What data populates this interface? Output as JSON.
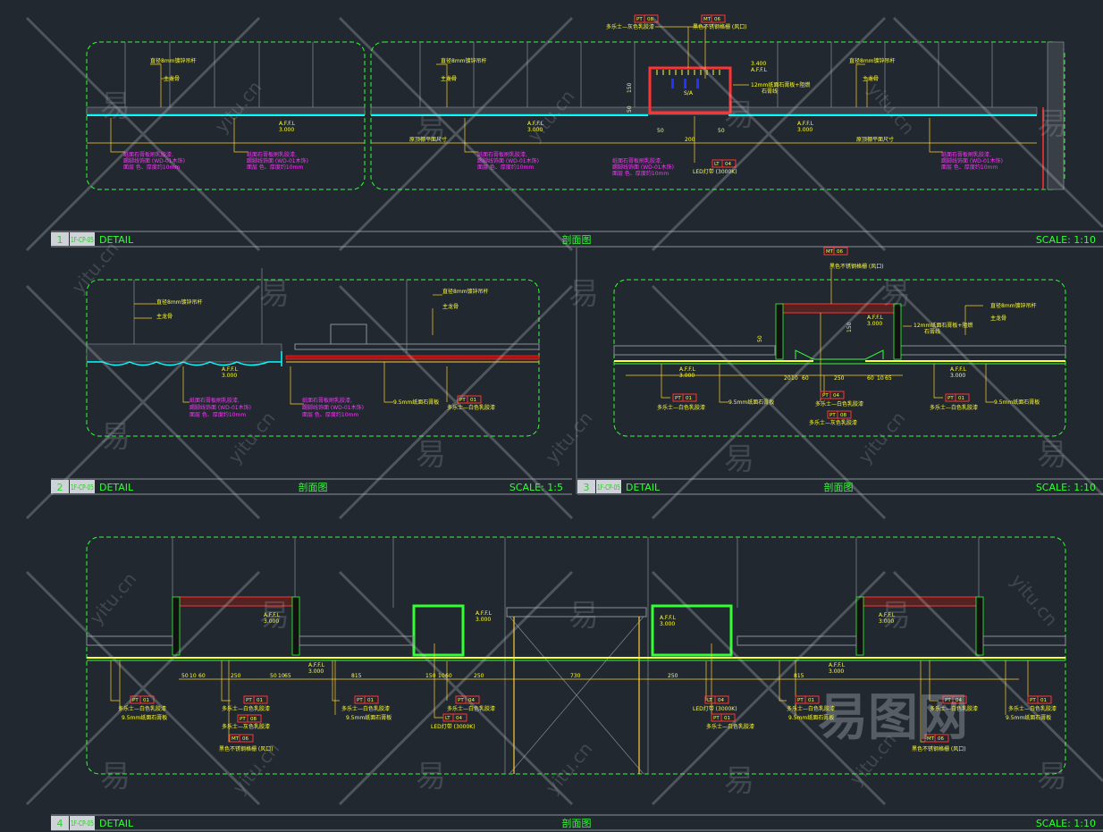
{
  "panels": [
    {
      "number": "1",
      "code": "1F-CP-05",
      "type": "DETAIL",
      "title": "剖面图",
      "scale": "SCALE: 1:10"
    },
    {
      "number": "2",
      "code": "1F-CP-05",
      "type": "DETAIL",
      "title": "剖面图",
      "scale": "SCALE: 1:5"
    },
    {
      "number": "3",
      "code": "1F-CP-05",
      "type": "DETAIL",
      "title": "剖面图",
      "scale": "SCALE: 1:10"
    },
    {
      "number": "4",
      "code": "1F-CP-05",
      "type": "DETAIL",
      "title": "剖面图",
      "scale": "SCALE: 1:10"
    }
  ],
  "labels": {
    "hanger": "直径8mm镀锌吊杆",
    "main_keel": "主龙骨",
    "level": "A.F.F.L",
    "level_value": "3.000",
    "level_high": "3.400",
    "gypsum": "9.5mm纸面石膏板",
    "gypsum12": "12mm纸面石膏板+阻燃",
    "gypsum12b": "石膏线",
    "paint_white": "多乐士—白色乳胶漆",
    "paint_gray": "多乐士—灰色乳胶漆",
    "stainless": "黑色不锈钢格栅 (风口)",
    "led": "LED灯带 (3000K)",
    "sa": "S/A",
    "magenta1": "纸面石膏板刷乳胶漆,",
    "magenta2": "踢脚线饰面 (WD-01木饰)",
    "magenta3": "面层 色、厚度约10mm",
    "ceiling_level": "原顶棚平面尺寸"
  },
  "tags": {
    "pt01": [
      "PT",
      "01"
    ],
    "pt08": [
      "PT",
      "08"
    ],
    "mt06": [
      "MT",
      "06"
    ],
    "lt04": [
      "LT",
      "04"
    ],
    "pt04": [
      "PT",
      "04"
    ]
  },
  "dims": {
    "p1": [
      "50",
      "50",
      "200",
      "150",
      "50"
    ],
    "p3": [
      "20",
      "10",
      "60",
      "250",
      "60",
      "10",
      "65",
      "150",
      "50"
    ],
    "p4": [
      "50",
      "10",
      "60",
      "250",
      "50",
      "10",
      "65",
      "815",
      "150",
      "10",
      "60",
      "250",
      "730",
      "250",
      "815"
    ]
  },
  "watermark": {
    "text": "yitu.cn",
    "glyph": "易",
    "logo": "易图网"
  },
  "colors": {
    "background": "#212830",
    "frame": "#33ff33",
    "annotation": "#ffff33",
    "note": "#ff33ff",
    "floor": "#00ffff",
    "tag": "#ff3333"
  }
}
